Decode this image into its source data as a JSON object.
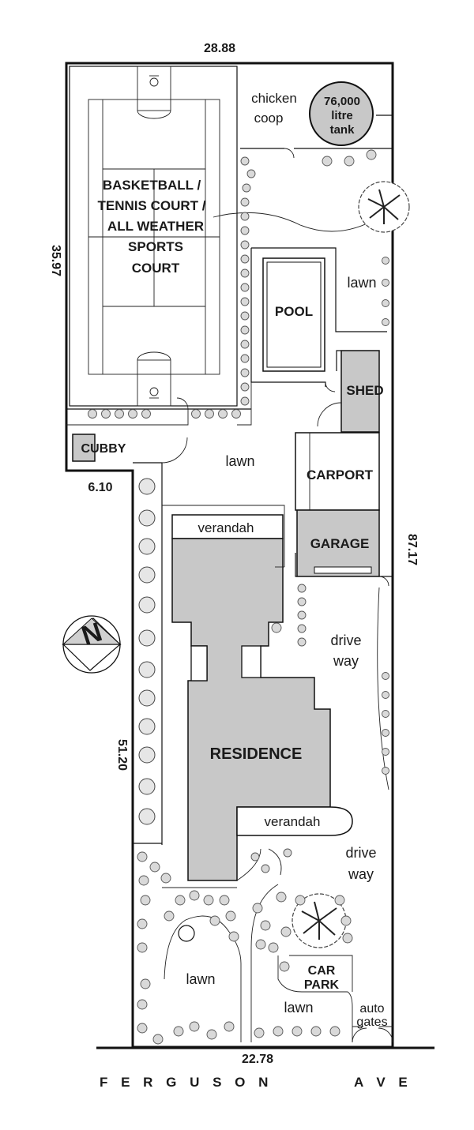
{
  "plan": {
    "top_dimension": "28.88",
    "left_dimension": "35.97",
    "cubby_dimension": "6.10",
    "right_dimension": "87.17",
    "lower_left_dimension": "51.20",
    "bottom_dimension": "22.78",
    "street_name": "F E R G U S O N",
    "street_type": "A V E",
    "north_label": "N"
  },
  "labels": {
    "chicken_coop_1": "chicken",
    "chicken_coop_2": "coop",
    "tank_1": "76,000",
    "tank_2": "litre",
    "tank_3": "tank",
    "court_1": "BASKETBALL /",
    "court_2": "TENNIS COURT /",
    "court_3": "ALL WEATHER",
    "court_4": "SPORTS",
    "court_5": "COURT",
    "lawn_top": "lawn",
    "pool": "POOL",
    "shed": "SHED",
    "cubby": "CUBBY",
    "lawn_mid": "lawn",
    "carport": "CARPORT",
    "verandah_top": "verandah",
    "garage": "GARAGE",
    "driveway_top_1": "drive",
    "driveway_top_2": "way",
    "residence": "RESIDENCE",
    "verandah_bottom": "verandah",
    "driveway_bottom_1": "drive",
    "driveway_bottom_2": "way",
    "car_park_1": "CAR",
    "car_park_2": "PARK",
    "lawn_bottom_left": "lawn",
    "lawn_bottom_right": "lawn",
    "auto_gates_1": "auto",
    "auto_gates_2": "gates"
  }
}
